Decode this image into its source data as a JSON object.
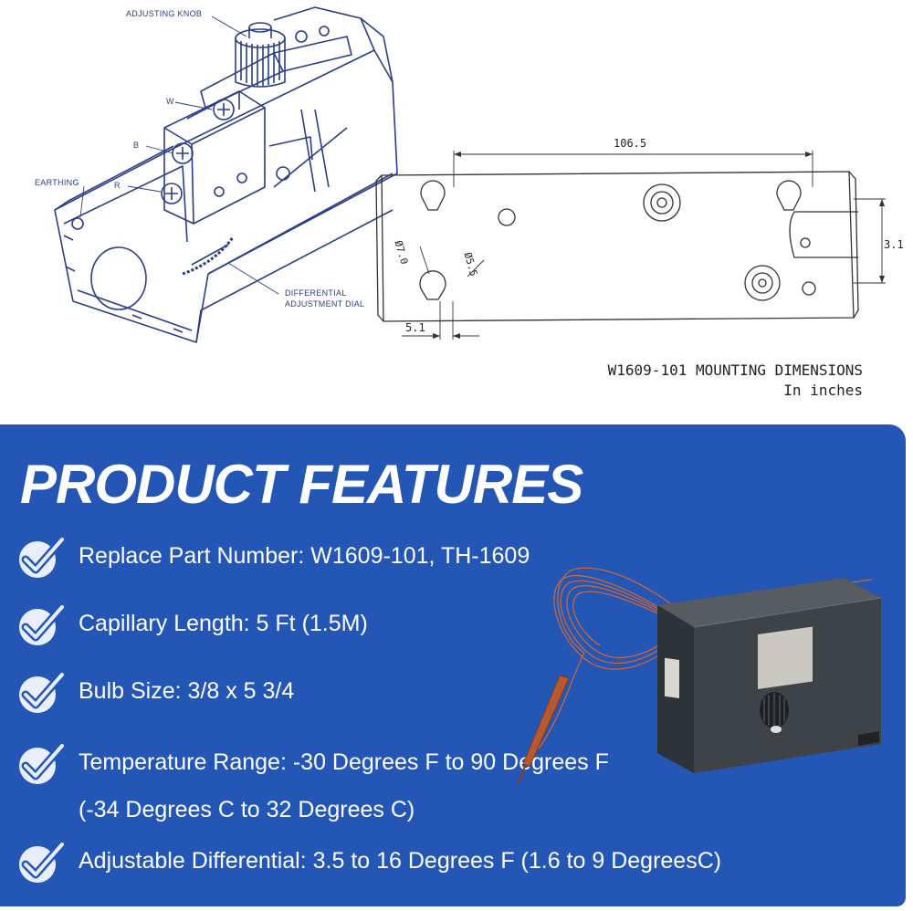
{
  "diagram": {
    "labels": {
      "adjusting_knob": "ADJUSTING KNOB",
      "w": "W",
      "b": "B",
      "r": "R",
      "earthing": "EARTHING",
      "differential_dial_line1": "DIFFERENTIAL",
      "differential_dial_line2": "ADJUSTMENT DIAL"
    },
    "dimensions": {
      "width": "106.5",
      "height": "3.1",
      "hole_left": "5.1",
      "dia_large": "Ø7.0",
      "dia_small": "Ø5.5"
    },
    "caption_line1": "W1609-101 MOUNTING DIMENSIONS",
    "caption_line2": "In inches"
  },
  "features": {
    "title": "PRODUCT FEATURES",
    "items": [
      {
        "line1": "Replace Part Number: W1609-101, TH-1609"
      },
      {
        "line1": "Capillary Length: 5 Ft (1.5M)"
      },
      {
        "line1": "Bulb Size: 3/8 x 5 3/4"
      },
      {
        "line1": "Temperature Range: -30 Degrees F to 90 Degrees F",
        "line2": "(-34 Degrees C to 32 Degrees C)"
      },
      {
        "line1": "Adjustable Differential: 3.5 to 16 Degrees F (1.6 to 9 DegreesC)"
      }
    ]
  },
  "colors": {
    "panel_blue": "#2356b5",
    "diagram_blue": "#2a3e86",
    "check_circle": "#e8eefb",
    "check_mark": "#2356b5",
    "capillary": "#c8663a",
    "housing": "#3d4347"
  },
  "icons": [
    "checkmark-icon",
    "adjusting-knob-icon",
    "capillary-bulb-icon"
  ]
}
